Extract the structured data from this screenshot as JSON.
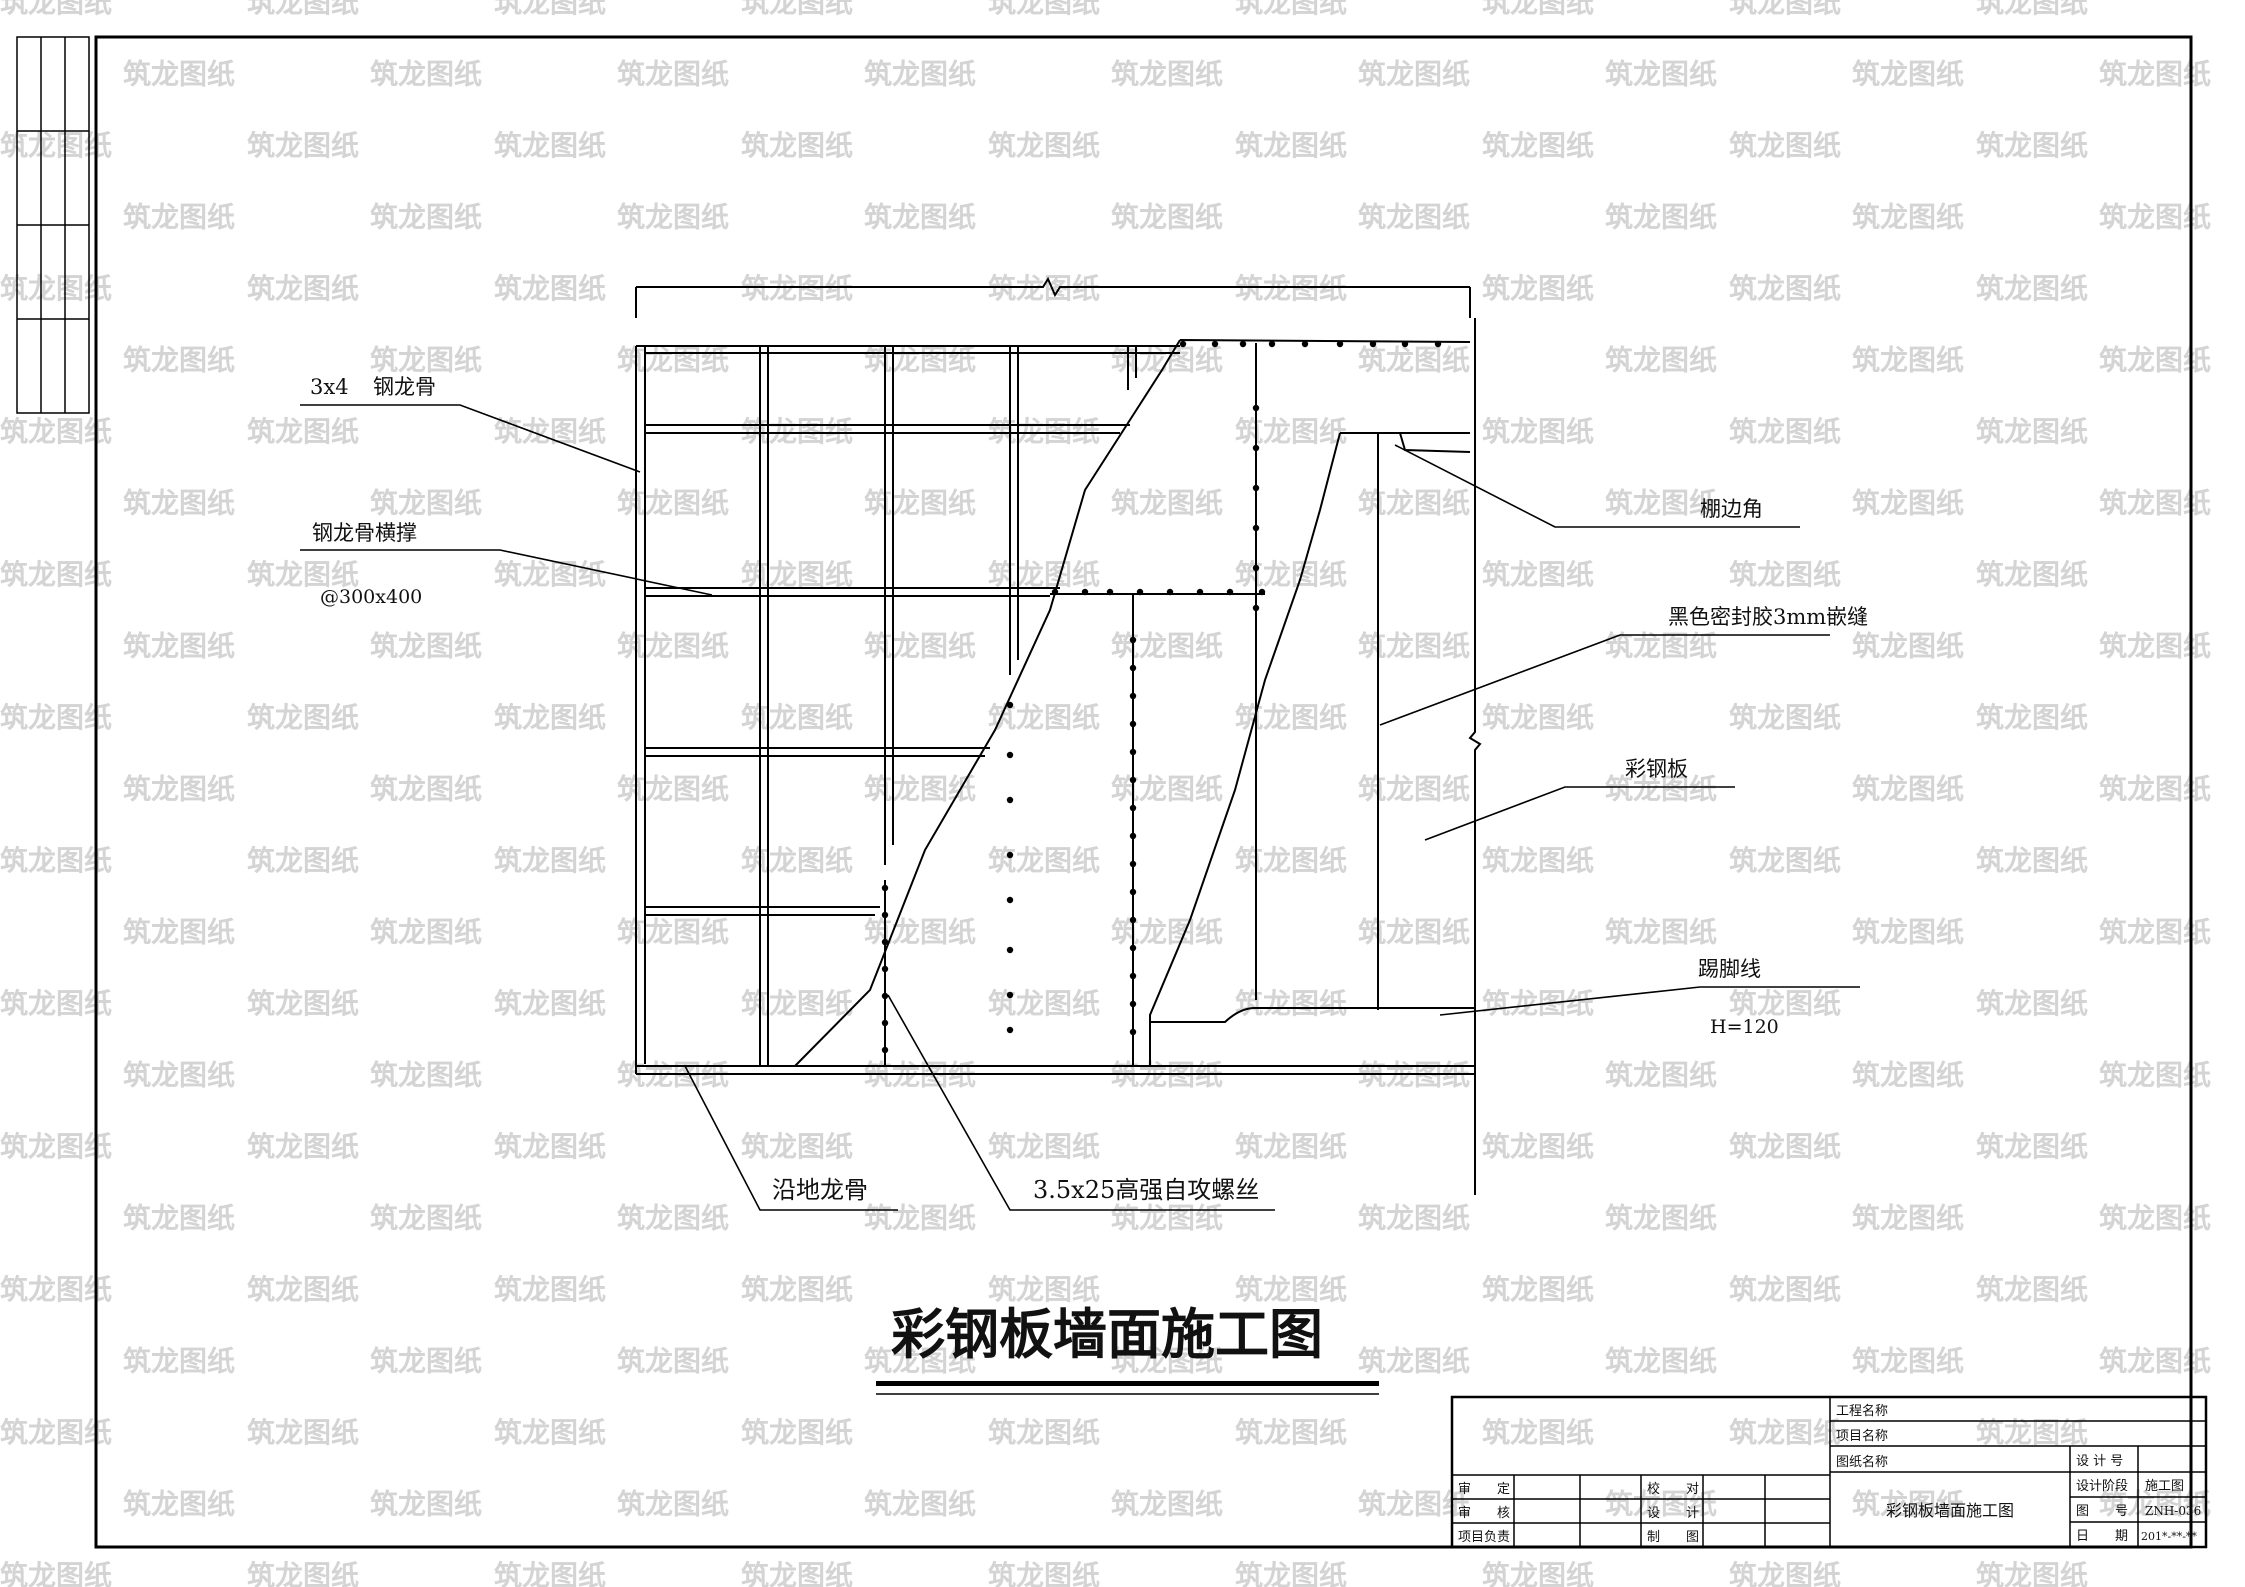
{
  "watermark": "筑龙图纸",
  "title": "彩钢板墙面施工图",
  "labels": {
    "steel_keel_size": "3x4",
    "steel_keel": "钢龙骨",
    "steel_keel_brace": "钢龙骨横撑",
    "brace_spacing": "@300x400",
    "edge_angle": "棚边角",
    "sealant": "黑色密封胶3mm嵌缝",
    "steel_panel": "彩钢板",
    "skirting": "踢脚线",
    "skirting_height": "H=120",
    "floor_keel": "沿地龙骨",
    "screw": "3.5x25高强自攻螺丝"
  },
  "title_block": {
    "project_name": "工程名称",
    "item_name": "项目名称",
    "drawing_name": "图纸名称",
    "review": "审　　定",
    "audit": "审　　核",
    "project_lead": "项目负责",
    "check": "校　　对",
    "design": "设　　计",
    "draw": "制　　图",
    "design_no_label": "设 计 号",
    "design_stage_label": "设计阶段",
    "design_stage_value": "施工图",
    "drawing_no_label": "图　　号",
    "drawing_no_value": "ZNH-036",
    "date_label": "日　　期",
    "date_value": "201*-**-**",
    "drawing_title_value": "彩钢板墙面施工图"
  }
}
